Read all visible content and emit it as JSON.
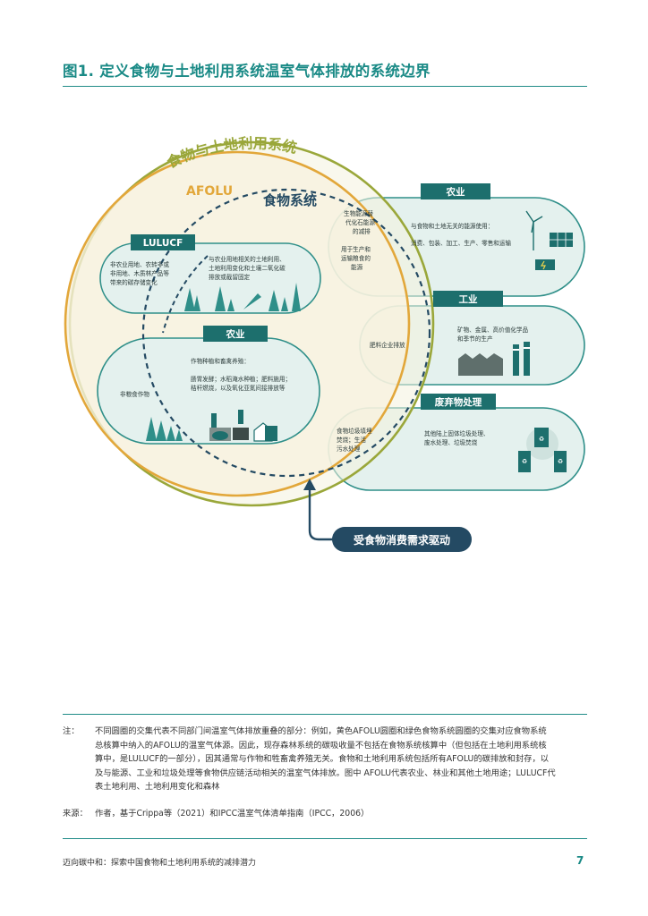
{
  "figure": {
    "title": "图1. 定义食物与土地利用系统温室气体排放的系统边界",
    "labels": {
      "food_land_system": "食物与土地利用系统",
      "afolu": "AFOLU",
      "food_system": "食物系统",
      "lulucf": "LULUCF",
      "lulucf_text_1": [
        "非农业用地、农转非或",
        "非用地、木质林产品等",
        "带来的碳存储变化"
      ],
      "lulucf_text_2": [
        "与农业用地相关的土地利用、",
        "土地利用变化和土壤二氧化碳",
        "排放或截留固定"
      ],
      "agriculture": "农业",
      "agri_text_1": "非粮食作物",
      "agri_text_2": [
        "作物种植和畜禽养殖：",
        "",
        "肠胃发酵；水稻淹水种植；肥料施用；",
        "秸秆燃烧，以及氧化亚氮间接排放等"
      ],
      "energy_box": "农业",
      "energy_text_1": [
        "生物能源替",
        "代化石能源",
        "的减排",
        "",
        "用于生产和",
        "运输粮食的",
        "能源"
      ],
      "energy_text_2": [
        "与食物和土地无关的能源使用：",
        "",
        "消费、包装、加工、生产、零售和运输"
      ],
      "industry_box": "工业",
      "industry_text_1": "肥料企业排放",
      "industry_text_2": [
        "矿物、金属、高价值化学品",
        "和季节的生产"
      ],
      "waste_box": "废弃物处理",
      "waste_text_1": [
        "食物垃圾填埋",
        "焚烧；生活",
        "污水处理"
      ],
      "waste_text_2": [
        "其他陆上固体垃圾处理、",
        "废水处理、垃圾焚烧"
      ],
      "driver": "受食物消费需求驱动"
    },
    "colors": {
      "teal_dark": "#1d6f6d",
      "teal": "#2f8f89",
      "olive": "#9aa73a",
      "gold": "#e2a73a",
      "cream": "#f8f1df",
      "mint": "#e4f1ee",
      "navy": "#244a63"
    }
  },
  "notes": {
    "label": "注：",
    "lines": [
      "不同圆圈的交集代表不同部门间温室气体排放重叠的部分：例如，黄色AFOLU圆圈和绿色食物系统圆圈的交集对应食物系统",
      "总核算中纳入的AFOLU的温室气体源。因此，现存森林系统的碳吸收量不包括在食物系统核算中（但包括在土地利用系统核",
      "算中，是LULUCF的一部分），因其通常与作物和牲畜禽养殖无关。食物和土地利用系统包括所有AFOLU的碳排放和封存，以",
      "及与能源、工业和垃圾处理等食物供应链活动相关的温室气体排放。图中 AFOLU代表农业、林业和其他土地用途；LULUCF代",
      "表土地利用、土地利用变化和森林"
    ]
  },
  "source": {
    "label": "来源：",
    "text": "作者，基于Crippa等（2021）和IPCC温室气体清单指南（IPCC，2006）"
  },
  "footer": {
    "text": "迈向碳中和：探索中国食物和土地利用系统的减排潜力",
    "page": "7"
  }
}
